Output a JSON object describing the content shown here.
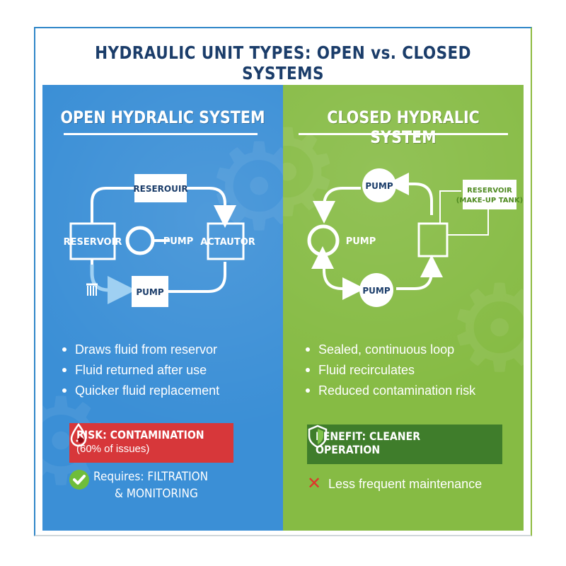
{
  "title": "HYDRAULIC UNIT TYPES: OPEN vs. CLOSED SYSTEMS",
  "colors": {
    "open_panel": "#3b8fd6",
    "closed_panel": "#86bb44",
    "risk": "#d7373a",
    "benefit": "#3f7d2b",
    "title": "#1b3d6a"
  },
  "open": {
    "heading": "OPEN HYDRALIC SYSTEM",
    "diagram": {
      "top_box": "RESEROUIR",
      "left_label": "RESERVOIR",
      "pump_label": "PUMP",
      "actuator_label": "ACTAUTOR",
      "bottom_box": "PUMP"
    },
    "bullets": [
      "Draws fluid from reservor",
      "Fluid returned after use",
      "Quicker fluid replacement"
    ],
    "risk": {
      "line1": "RISK: CONTAMINATION",
      "line2": "(60% of issues)",
      "icon": "blood-drop-icon"
    },
    "requires": {
      "line1": "Requires: FILTRATION",
      "line2": "& MONITORING",
      "icon": "check-circle-icon"
    }
  },
  "closed": {
    "heading": "CLOSED HYDRALIC SYSTEM",
    "diagram": {
      "top_pump": "PUMP",
      "side_pump": "PUMP",
      "bottom_pump": "PUMP",
      "reservoir_line1": "RESERVOIR",
      "reservoir_line2": "(MAKE-UP TANK)"
    },
    "bullets": [
      "Sealed, continuous loop",
      "Fluid recirculates",
      "Reduced contamination risk"
    ],
    "benefit": {
      "line1": "BENEFIT: CLEANER",
      "line2": "OPERATION",
      "icon": "shield-icon"
    },
    "maintenance": {
      "text": "Less frequent maintenance",
      "icon": "x-mark-icon"
    }
  }
}
